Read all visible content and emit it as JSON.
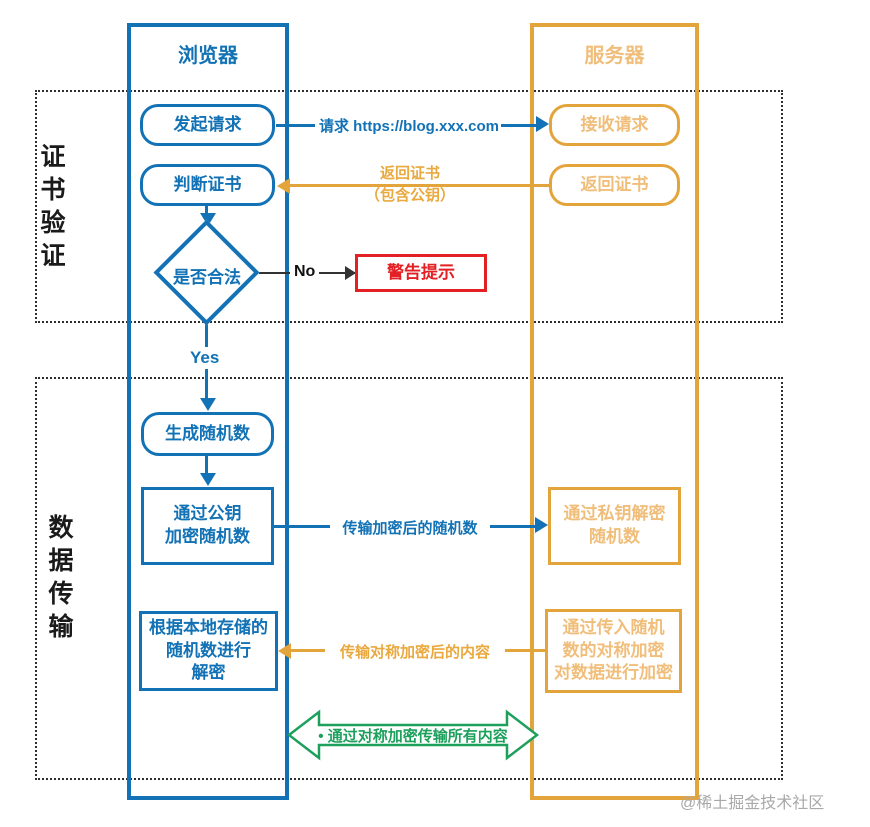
{
  "columns": {
    "browser": {
      "title": "浏览器"
    },
    "server": {
      "title": "服务器"
    }
  },
  "sections": {
    "certificate": {
      "label": "证书验证"
    },
    "data_transfer": {
      "label": "数据传输"
    }
  },
  "nodes": {
    "initiate_request": "发起请求",
    "receive_request": "接收请求",
    "judge_certificate": "判断证书",
    "return_certificate": "返回证书",
    "is_valid": "是否合法",
    "warning": "警告提示",
    "generate_random": "生成随机数",
    "encrypt_with_public_key": "通过公钥\n加密随机数",
    "decrypt_with_private_key": "通过私钥解密\n随机数",
    "decrypt_with_local_random": "根据本地存储的\n随机数进行\n解密",
    "symmetric_encrypt_data": "通过传入随机\n数的对称加密\n对数据进行加密"
  },
  "edges": {
    "request_url": "请求 https://blog.xxx.com",
    "return_cert_line1": "返回证书",
    "return_cert_line2": "（包含公钥）",
    "no": "No",
    "yes": "Yes",
    "transmit_encrypted_random": "传输加密后的随机数",
    "transmit_symmetric_content": "传输对称加密后的内容",
    "symmetric_all_content": "• 通过对称加密传输所有内容"
  },
  "colors": {
    "browser_blue": "#1272B5",
    "server_yellow": "#E3A43B",
    "server_text_light": "#F0BE7A",
    "warning_red": "#E32124",
    "symmetric_green": "#1CA05C",
    "section_ink": "#1A1A1A",
    "watermark_gray": "#A9A9A9"
  },
  "watermark": "@稀土掘金技术社区"
}
